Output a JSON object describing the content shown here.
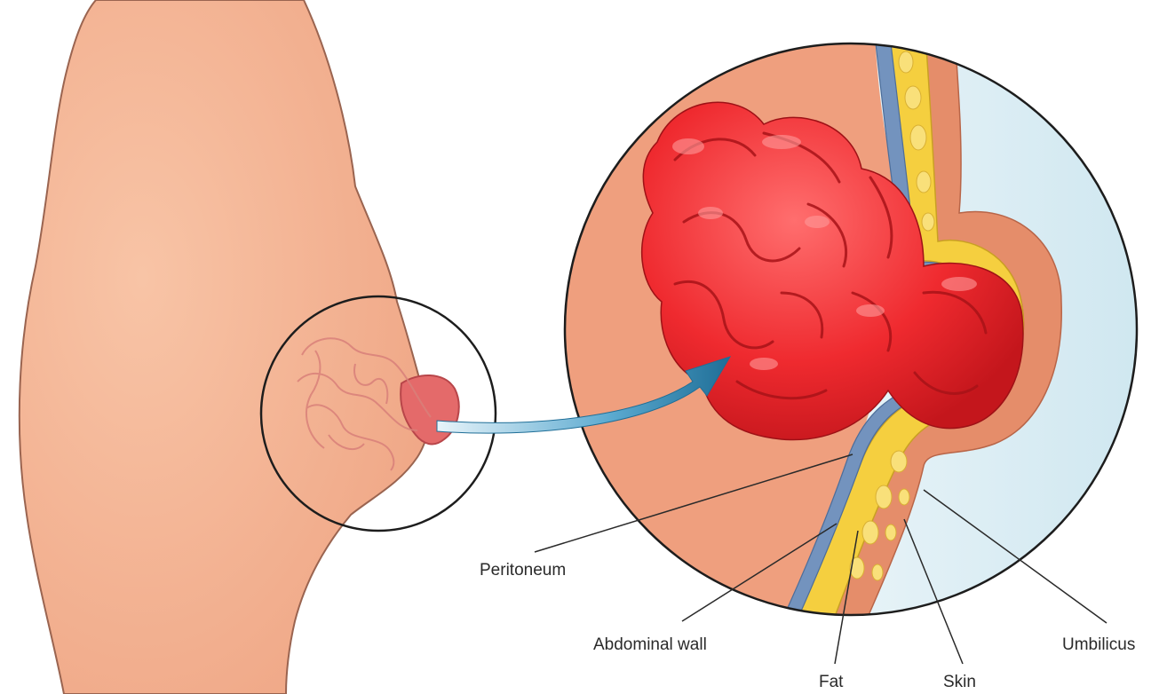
{
  "labels": {
    "peritoneum": "Peritoneum",
    "abdominal_wall": "Abdominal wall",
    "fat": "Fat",
    "skin": "Skin",
    "umbilicus": "Umbilicus"
  },
  "colors": {
    "body_skin": "#f4b393",
    "skin_outline": "#8a5a44",
    "intestine_red": "#f0282e",
    "intestine_dark": "#b8151b",
    "fat_yellow": "#f6d24a",
    "peritoneum_blue": "#6f8fb8",
    "skin_layer": "#e7936f",
    "sky_gradient": "#d8eef5",
    "arrow_blue": "#2f86b0"
  }
}
